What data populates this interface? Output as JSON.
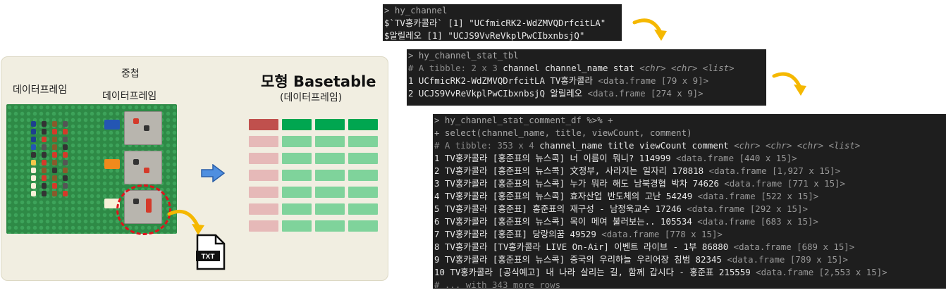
{
  "panel": {
    "label_dataframe": "데이터프레임",
    "label_nested_1": "중첩",
    "label_nested_2": "데이터프레임",
    "basetable_title": "모형 Basetable",
    "basetable_subtitle": "(데이터프레임)",
    "txt_icon_text": "TXT"
  },
  "console1": {
    "lines": [
      "> hy_channel",
      "$`TV홍카콜라` [1] \"UCfmicRK2-WdZMVQDrfcitLA\"",
      "$알릴레오 [1] \"UCJS9VvReVkplPwCIbxnbsjQ\""
    ]
  },
  "console2": {
    "cmd": "> hy_channel_stat_tbl",
    "header_comment": "# A tibble: 2 x 3 ",
    "header_cols": "channel channel_name stat ",
    "header_types": "<chr> <chr> <list>",
    "rows": [
      {
        "main": "1 UCfmicRK2-WdZMVQDrfcitLA TV홍카콜라 ",
        "df": "<data.frame [79 x 9]>"
      },
      {
        "main": "2 UCJS9VvReVkplPwCIbxnbsjQ 알릴레오 ",
        "df": "<data.frame [274 x 9]>"
      }
    ]
  },
  "console3": {
    "cmd1": "> hy_channel_stat_comment_df %>% +",
    "cmd2": "+ select(channel_name, title, viewCount, comment)",
    "header_comment": "# A tibble: 353 x 4 ",
    "header_cols": "channel_name title viewCount comment ",
    "header_types": "<chr> <chr> <chr> <list>",
    "rows": [
      {
        "main": "1 TV홍카콜라 [홍준표의 뉴스콕] 너 이름이 뭐니? 114999 ",
        "df": "<data.frame [440 x 15]>"
      },
      {
        "main": "2 TV홍카콜라 [홍준표의 뉴스콕] 文정부, 사라지는 일자리 178818 ",
        "df": "<data.frame [1,927 x 15]>"
      },
      {
        "main": "3 TV홍카콜라 [홍준표의 뉴스콕] 누가 뭐라 해도 남북경협 박차 74626 ",
        "df": "<data.frame [771 x 15]>"
      },
      {
        "main": "4 TV홍카콜라 [홍준표의 뉴스콕] 효자산업 반도체의 고난 54249 ",
        "df": "<data.frame [522 x 15]>"
      },
      {
        "main": "5 TV홍카콜라 [홍준표] 홍준표의 재구성 - 남정욱교수 17246 ",
        "df": "<data.frame [292 x 15]>"
      },
      {
        "main": "6 TV홍카콜라 [홍준표의 뉴스콕] 목이 메여 불러보는.. 105534 ",
        "df": "<data.frame [683 x 15]>"
      },
      {
        "main": "7 TV홍카콜라 [홍준표] 당랑의꿈 49529 ",
        "df": "<data.frame [778 x 15]>"
      },
      {
        "main": "8 TV홍카콜라 [TV홍카콜라 LIVE On-Air] 이벤트 라이브 - 1부 86880 ",
        "df": "<data.frame [689 x 15]>"
      },
      {
        "main": "9 TV홍카콜라 [홍준표의 뉴스콕] 중국의 우리하늘 우리어장 침범 82345 ",
        "df": "<data.frame [789 x 15]>"
      },
      {
        "main": "10 TV홍카콜라 [공식예고] 내 나라 살리는 길, 함께 갑시다 - 홍준표 215559 ",
        "df": "<data.frame [2,553 x 15]>"
      }
    ],
    "footer": "# ... with 343 more rows"
  },
  "colors": {
    "header_red": "#c0504d",
    "header_green": "#00a650",
    "row_pink": "#e6b9b8",
    "row_green": "#7fd39b",
    "console_bg": "#1e1e1e",
    "panel_bg": "#f1eee1",
    "arrow_yellow": "#f5b800",
    "arrow_blue": "#4f8fe0"
  },
  "icons": [
    "blue-right-arrow-icon",
    "yellow-curved-arrow-icon",
    "txt-file-icon"
  ]
}
